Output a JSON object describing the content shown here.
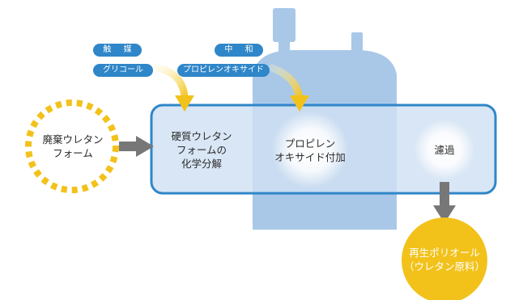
{
  "input": {
    "label": "廃棄ウレタン\nフォーム"
  },
  "catalyst": {
    "title": "触 媒",
    "name": "グリコール"
  },
  "neutralization": {
    "title": "中 和",
    "name": "プロピレンオキサイド"
  },
  "stages": [
    {
      "label": "硬質ウレタン\nフォームの\n化学分解"
    },
    {
      "label": "プロピレン\nオキサイド付加"
    },
    {
      "label": "濾過"
    }
  ],
  "output": {
    "label": "再生ポリオール\n（ウレタン原料）"
  },
  "colors": {
    "tank": "#a9c8e8",
    "vessel_fill": "#cfe0f3",
    "vessel_border": "#2f86c8",
    "pill": "#2f86c8",
    "input_ring": "#f2c21b",
    "output_fill": "#f2c21b",
    "arrow_gray": "#777777",
    "curve_arrow": "#f2c21b"
  }
}
